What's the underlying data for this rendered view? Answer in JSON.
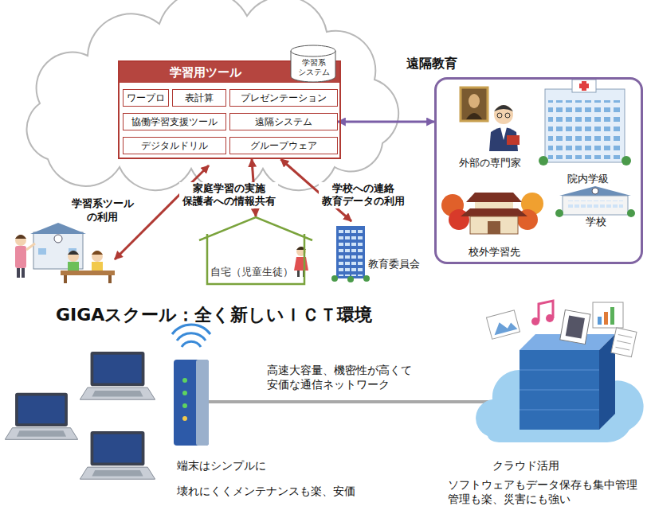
{
  "diagram": {
    "title": "GIGAスクール：全く新しいＩＣＴ環境",
    "nodes": [
      {
        "text": [
          "学習用ツール"
        ]
      },
      {
        "text": [
          "学習系 システム"
        ],
        "in": 0
      },
      {
        "text": [
          "ワープロ"
        ],
        "in": 0
      },
      {
        "text": [
          "表計算"
        ],
        "in": 0
      },
      {
        "text": [
          "プレゼンテーション"
        ],
        "in": 0
      },
      {
        "text": [
          "協働学習支援ツール"
        ],
        "in": 0
      },
      {
        "text": [
          "遠隔システム"
        ],
        "in": 0
      },
      {
        "text": [
          "デジタルドリル"
        ],
        "in": 0
      },
      {
        "text": [
          "グループウェア"
        ],
        "in": 0
      },
      {
        "text": [
          "遠隔教育"
        ]
      },
      {
        "text": [
          "外部の専門家"
        ],
        "in": 9
      },
      {
        "text": [
          "院内学級"
        ],
        "in": 9
      },
      {
        "text": [
          "学校"
        ],
        "in": 9
      },
      {
        "text": [
          "校外学習先"
        ],
        "in": 9
      },
      {
        "text": [
          "自宅（児童生徒）"
        ]
      },
      {
        "text": [
          "教育委員会"
        ]
      }
    ],
    "edges": [
      {
        "from": 6,
        "to": 9,
        "arrow": "both"
      },
      {
        "from": 0,
        "to": 14,
        "label": "家庭学習の実施 保護者への情報共有",
        "arrow": "both"
      },
      {
        "from": 0,
        "to": 15,
        "label": "学校への連絡 教育データの利用",
        "arrow": "both"
      }
    ],
    "labels": [
      "学習系ツール の利用",
      "高速大容量、機密性が高くて 安価な通信ネットワーク",
      "端末はシンプルに",
      "壊れにくくメンテナンスも楽、安価",
      "クラウド活用",
      "ソフトウェアもデータ保存も集中管理 管理も楽、災害にも強い"
    ]
  }
}
